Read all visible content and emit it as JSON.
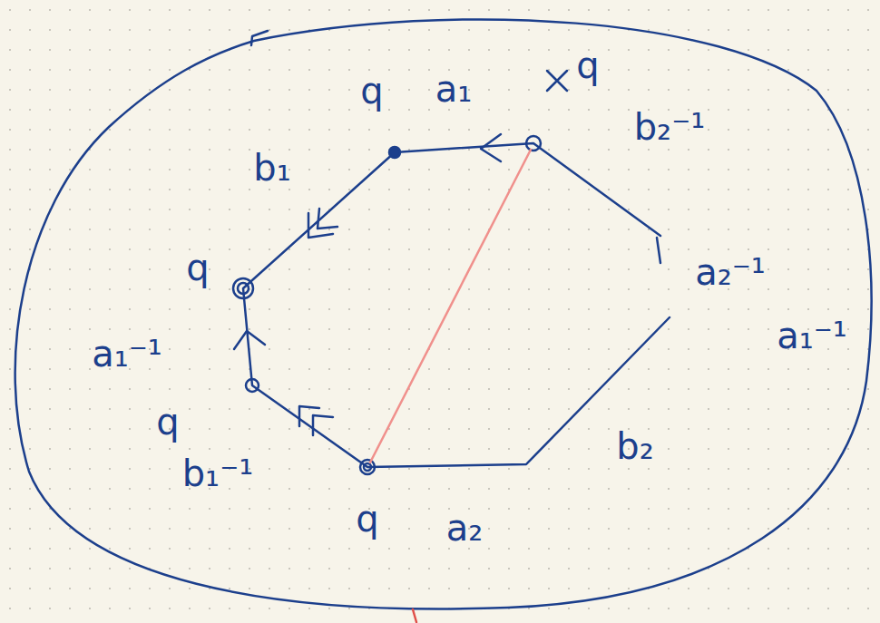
{
  "diagram": {
    "labels": [
      "q",
      "a₁",
      "q",
      "b₂⁻¹",
      "b₁",
      "q",
      "a₂⁻¹",
      "a₁⁻¹",
      "a₁⁻¹",
      "q",
      "b₁⁻¹",
      "q",
      "a₂",
      "b₂"
    ]
  }
}
